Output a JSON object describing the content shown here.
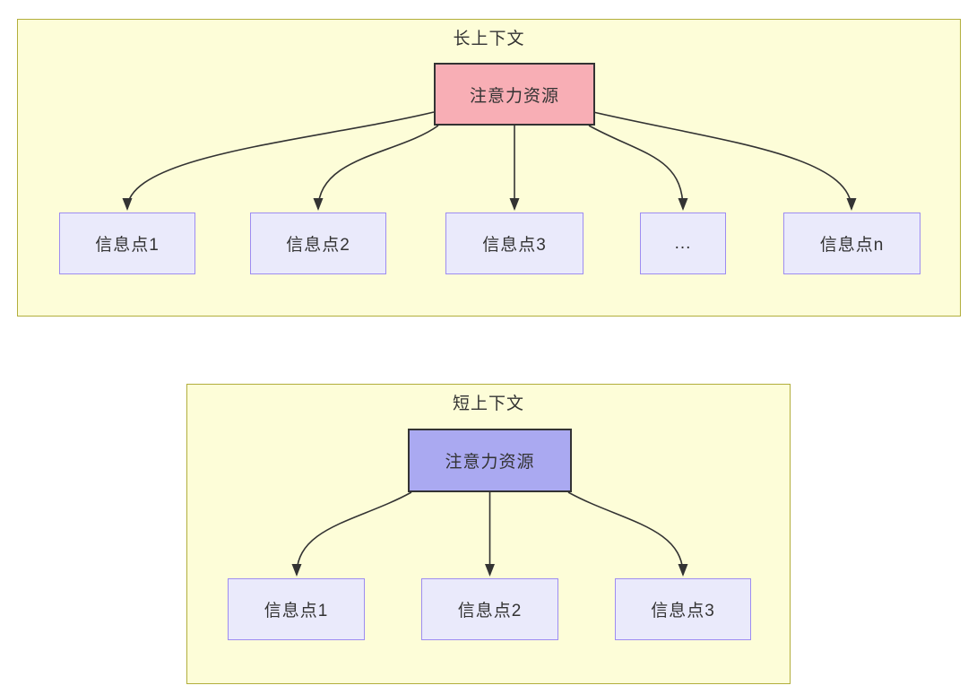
{
  "diagram": {
    "long_context": {
      "title": "长上下文",
      "attention_label": "注意力资源",
      "nodes": [
        "信息点1",
        "信息点2",
        "信息点3",
        "...",
        "信息点n"
      ]
    },
    "short_context": {
      "title": "短上下文",
      "attention_label": "注意力资源",
      "nodes": [
        "信息点1",
        "信息点2",
        "信息点3"
      ]
    },
    "colors": {
      "panel_bg": "#FDFDD8",
      "panel_border": "#B2AE3C",
      "attention_long_bg": "#F8AEB5",
      "attention_short_bg": "#AAA9F1",
      "attention_border": "#333333",
      "node_bg": "#EAEAFB",
      "node_border": "#9D8CF1",
      "arrow": "#333333",
      "text": "#333333"
    }
  }
}
